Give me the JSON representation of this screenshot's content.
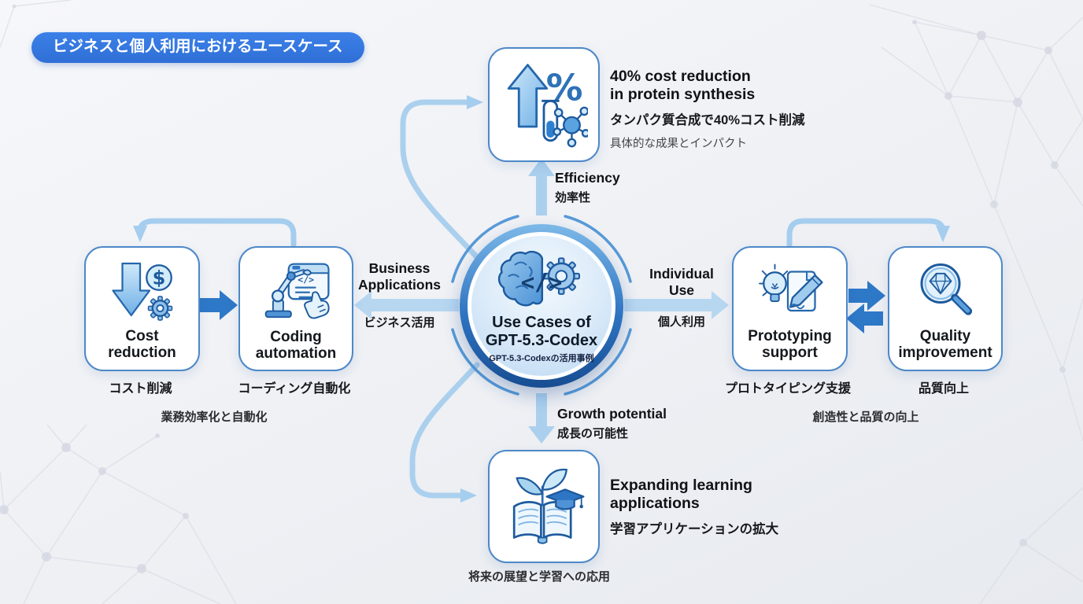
{
  "page": {
    "title_badge": "ビジネスと個人利用におけるユースケース"
  },
  "hub": {
    "title": "Use Cases of\nGPT-5.3-Codex",
    "subtitle": "GPT-5.3-Codexの活用事例",
    "icon": "brain-gear-code-icon"
  },
  "branches": {
    "efficiency": {
      "en": "Efficiency",
      "ja": "効率性"
    },
    "business": {
      "en": "Business\nApplications",
      "ja": "ビジネス活用"
    },
    "individual": {
      "en": "Individual\nUse",
      "ja": "個人利用"
    },
    "growth": {
      "en": "Growth potential",
      "ja": "成長の可能性"
    }
  },
  "nodes": {
    "protein": {
      "icon": "trend-up-percent-lab-icon",
      "heading_en": "40% cost reduction\nin protein synthesis",
      "heading_ja": "タンパク質合成で40%コスト削減",
      "caption_ja": "具体的な成果とインパクト"
    },
    "cost_reduction": {
      "icon": "cost-down-dollar-gear-icon",
      "label_en": "Cost\nreduction",
      "label_ja": "コスト削減"
    },
    "coding_automation": {
      "icon": "robot-arm-code-icon",
      "label_en": "Coding\nautomation",
      "label_ja": "コーディング自動化"
    },
    "prototyping": {
      "icon": "idea-sketch-pencil-icon",
      "label_en": "Prototyping\nsupport",
      "label_ja": "プロトタイピング支援"
    },
    "quality": {
      "icon": "magnifier-diamond-icon",
      "label_en": "Quality\nimprovement",
      "label_ja": "品質向上"
    },
    "learning": {
      "icon": "book-sprout-gradcap-icon",
      "heading_en": "Expanding learning\napplications",
      "heading_ja": "学習アプリケーションの拡大"
    }
  },
  "captions": {
    "business_group": "業務効率化と自動化",
    "personal_group": "創造性と品質の向上",
    "future_group": "将来の展望と学習への応用"
  },
  "colors": {
    "badge_bg": "#3b80e8",
    "box_border": "#4d88c8",
    "connector_light": "#abd0ee",
    "arrow_dark": "#2e78c8",
    "hub_ring": "#2e74c2",
    "arc_ring": "#579ad8",
    "text_dark": "#15181c"
  }
}
